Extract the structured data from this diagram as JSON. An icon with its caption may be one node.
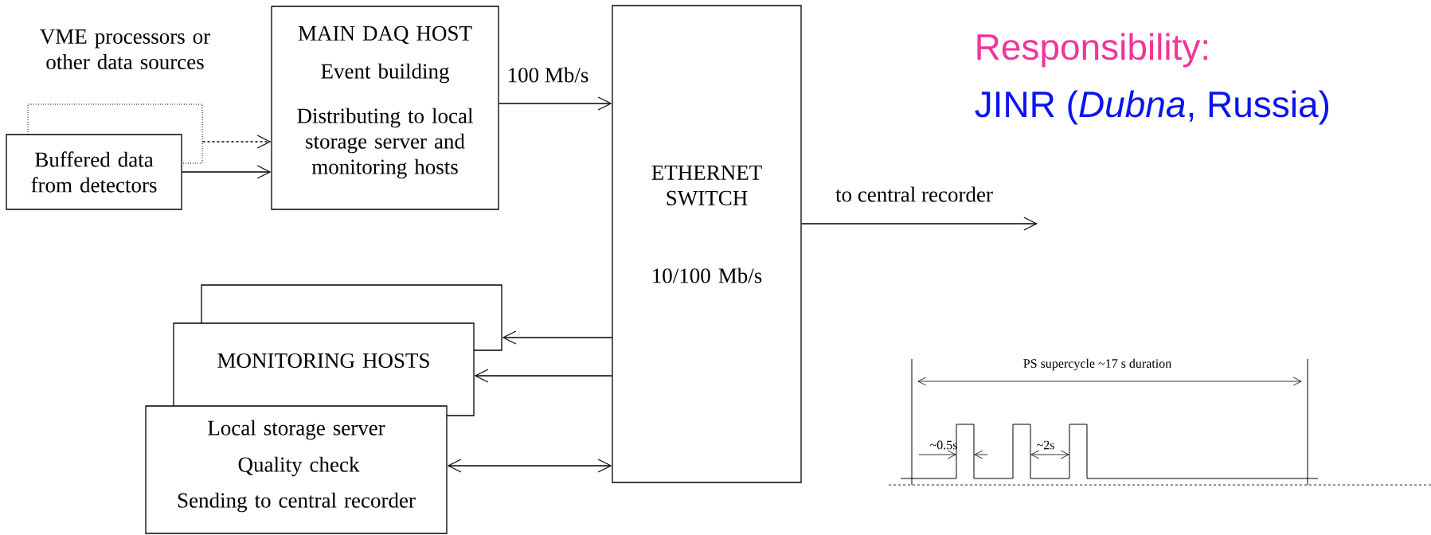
{
  "diagram": {
    "nodes": [
      {
        "text": [
          "VME processors or other data sources"
        ]
      },
      {
        "text": [
          "Buffered data from detectors"
        ]
      },
      {
        "text": [
          "MAIN DAQ HOST",
          "Event building",
          "Distributing to local storage server and monitoring hosts"
        ]
      },
      {
        "text": [
          "ETHERNET SWITCH",
          "10/100 Mb/s"
        ]
      },
      {
        "text": [],
        "shape": "box"
      },
      {
        "text": [
          "MONITORING HOSTS"
        ]
      },
      {
        "text": [
          "Local storage server",
          "Quality check",
          "Sending to central recorder"
        ]
      }
    ],
    "edges": [
      {
        "from": 0,
        "to": 2,
        "arrow": "to",
        "style": "dashed"
      },
      {
        "from": 1,
        "to": 2,
        "arrow": "to"
      },
      {
        "from": 2,
        "to": 3,
        "arrow": "to",
        "label": "100 Mb/s"
      },
      {
        "from": 3,
        "to": null,
        "arrow": "to",
        "label": "to central recorder"
      },
      {
        "from": 3,
        "to": 4,
        "arrow": "to"
      },
      {
        "from": 3,
        "to": 5,
        "arrow": "to"
      },
      {
        "from": 6,
        "to": 3,
        "arrow": "both"
      }
    ],
    "labels": [
      "Responsibility:",
      "JINR (*Dubna*, Russia)",
      "PS supercycle ~17 s duration",
      "~0.5s",
      "~2s"
    ]
  }
}
